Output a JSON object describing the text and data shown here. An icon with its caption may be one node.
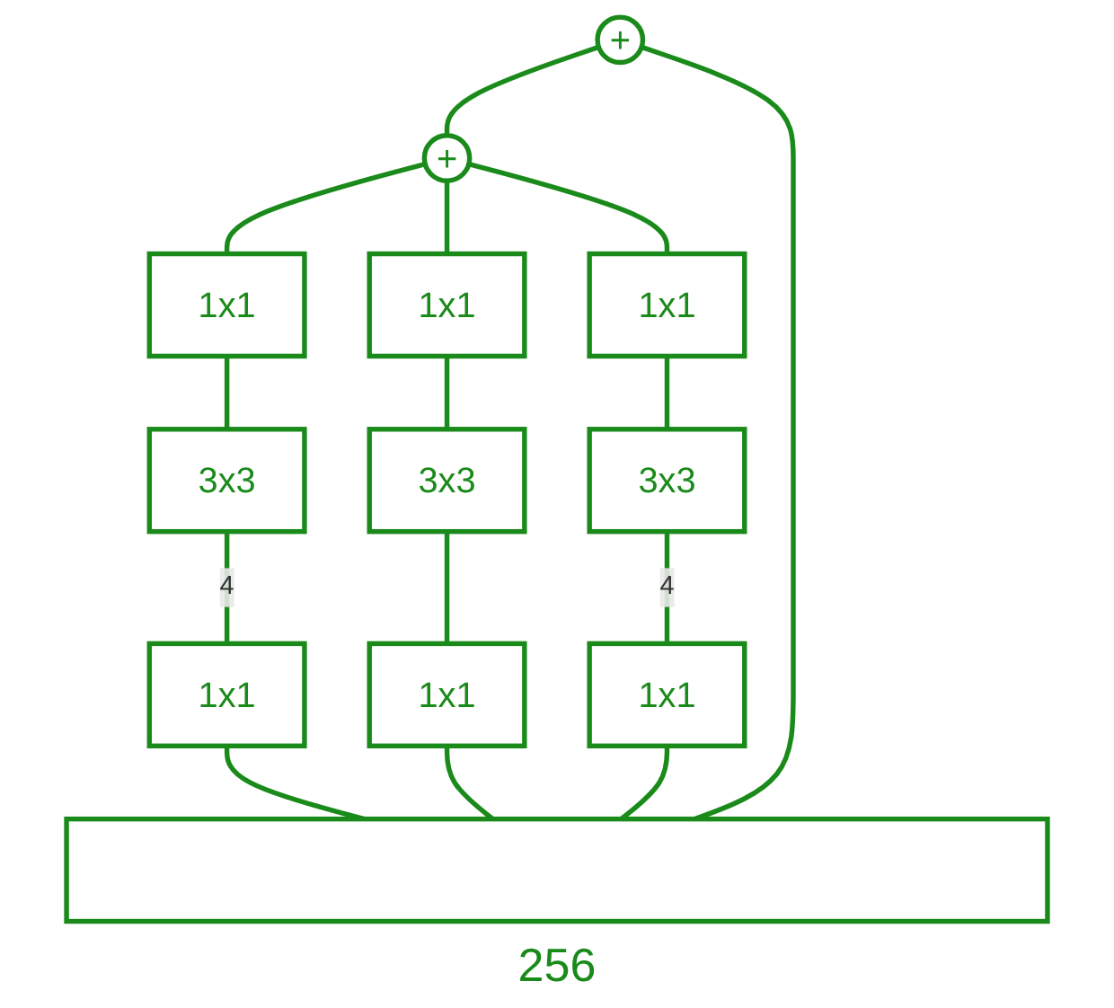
{
  "diagram": {
    "nodes": [
      {
        "text": [
          "+"
        ]
      },
      {
        "text": [
          "+"
        ]
      },
      {
        "text": [
          "1x1"
        ]
      },
      {
        "text": [
          "1x1"
        ]
      },
      {
        "text": [
          "1x1"
        ]
      },
      {
        "text": [
          "3x3"
        ]
      },
      {
        "text": [
          "3x3"
        ]
      },
      {
        "text": [
          "3x3"
        ]
      },
      {
        "text": [
          "1x1"
        ]
      },
      {
        "text": [
          "1x1"
        ]
      },
      {
        "text": [
          "1x1"
        ]
      },
      {
        "text": [],
        "shape": "bar"
      }
    ],
    "edges": [
      {
        "from": 11,
        "to": 8,
        "arrow": "none"
      },
      {
        "from": 11,
        "to": 9,
        "arrow": "none"
      },
      {
        "from": 11,
        "to": 10,
        "arrow": "none"
      },
      {
        "from": 8,
        "to": 5,
        "label": "4",
        "arrow": "none"
      },
      {
        "from": 9,
        "to": 6,
        "arrow": "none"
      },
      {
        "from": 10,
        "to": 7,
        "label": "4",
        "arrow": "none"
      },
      {
        "from": 5,
        "to": 2,
        "arrow": "none"
      },
      {
        "from": 6,
        "to": 3,
        "arrow": "none"
      },
      {
        "from": 7,
        "to": 4,
        "arrow": "none"
      },
      {
        "from": 2,
        "to": 1,
        "arrow": "none"
      },
      {
        "from": 3,
        "to": 1,
        "arrow": "none"
      },
      {
        "from": 4,
        "to": 1,
        "arrow": "none"
      },
      {
        "from": 1,
        "to": 0,
        "arrow": "none"
      },
      {
        "from": 11,
        "to": 0,
        "arrow": "none"
      }
    ],
    "labels": [
      "256"
    ]
  }
}
